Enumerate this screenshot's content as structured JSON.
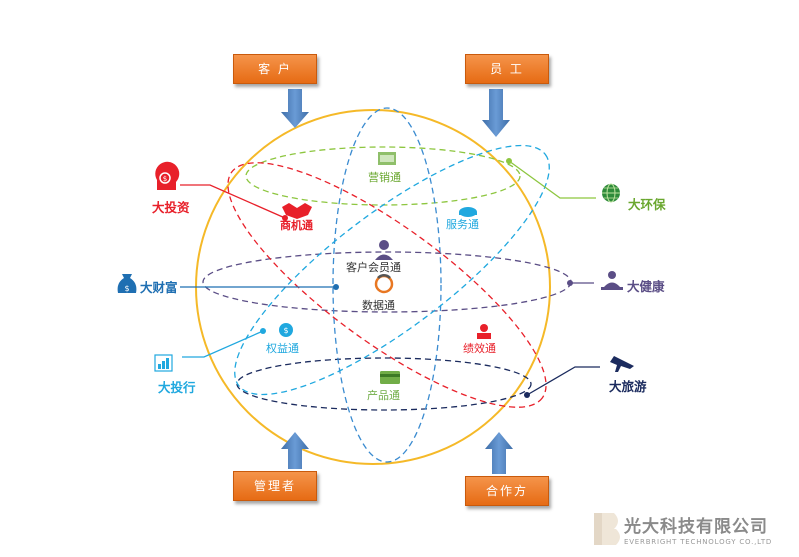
{
  "top_boxes": {
    "customer": "客 户",
    "employee": "员 工"
  },
  "bottom_boxes": {
    "management": "管理者",
    "partner": "合作方"
  },
  "outer_labels": {
    "big_invest": "大投资",
    "big_wealth": "大财富",
    "big_investbank": "大投行",
    "big_eco": "大环保",
    "big_health": "大健康",
    "big_travel": "大旅游"
  },
  "inner_labels": {
    "marketing": "营销通",
    "business": "商机通",
    "service": "服务通",
    "member": "客户会员通",
    "data": "数据通",
    "equity": "权益通",
    "performance": "绩效通",
    "product": "产品通"
  },
  "logo": {
    "cn": "光大科技有限公司",
    "en": "EVERBRIGHT TECHNOLOGY CO.,LTD"
  },
  "colors": {
    "box_orange": "#EE7A24",
    "arrow_blue": "#4F81BD",
    "sphere_yellow": "#F5B928",
    "invest_red": "#E8202A",
    "wealth_blue": "#1F6FB2",
    "investbank_cyan": "#20A8DF",
    "eco_green": "#8DC63F",
    "health_purple": "#5B4E86",
    "travel_navy": "#1B2B5E",
    "product_green": "#71AD47"
  }
}
